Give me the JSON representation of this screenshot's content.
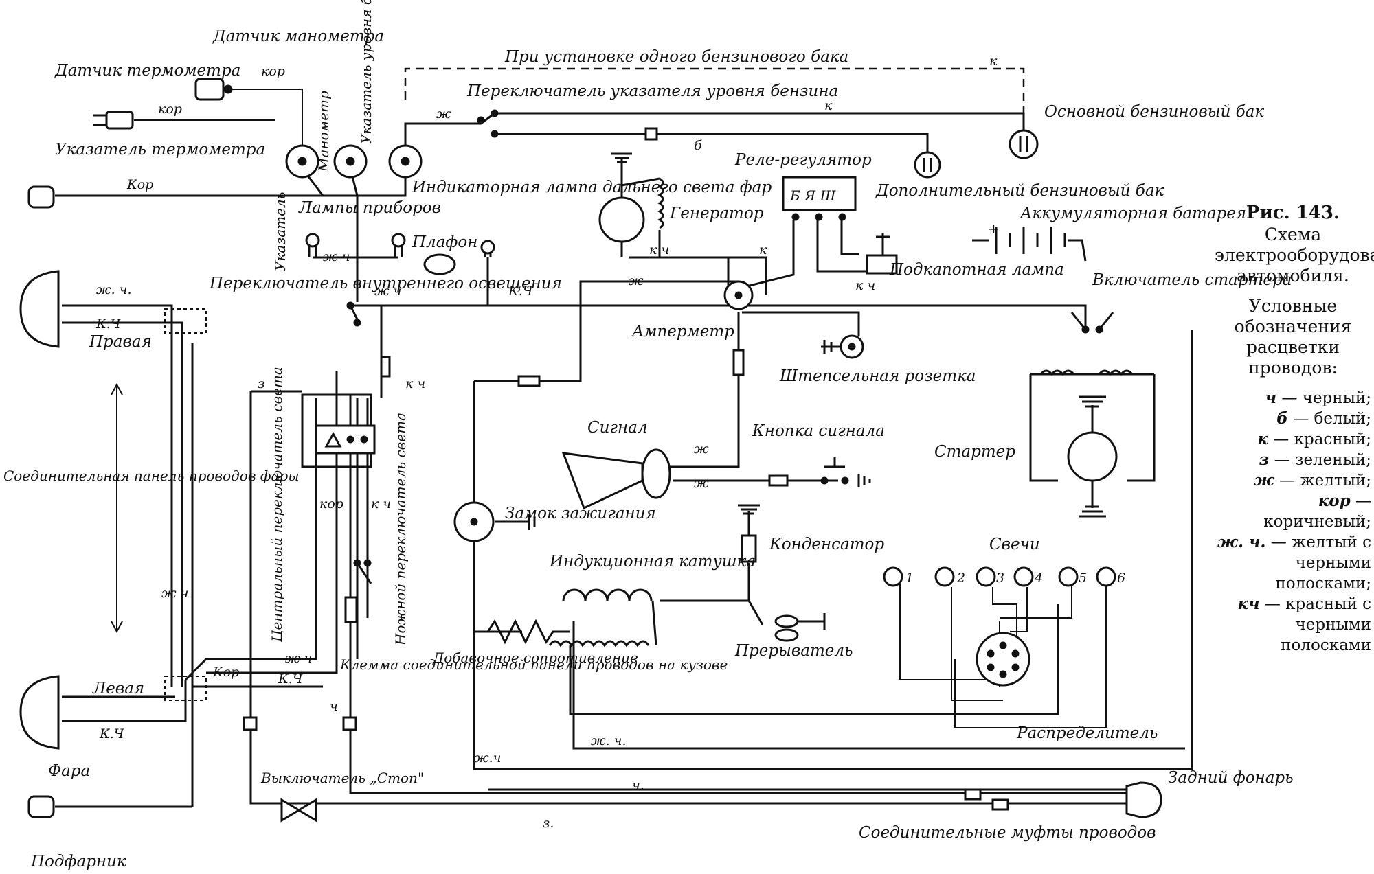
{
  "labels": {
    "datchik_termometra": "Датчик термометра",
    "datchik_manometra": "Датчик манометра",
    "kor_top": "кор",
    "ukazatel_urovnya": "Указатель уровня бензина",
    "manometr": "Манометр",
    "ukazatel_termometra": "Указатель термометра",
    "ukazatel_vert": "Указатель",
    "lampy_priborov": "Лампы приборов",
    "indikatornaya_lampa": "Индикаторная лампа дальнего света фар",
    "pri_ustanovke": "При установке одного бензинового бака",
    "pereklyuchatel_ukazatelya": "Переключатель указателя уровня бензина",
    "osnovnoy_bak": "Основной бензиновый бак",
    "dop_bak": "Дополнительный бензиновый бак",
    "rele_regulyator": "Реле-регулятор",
    "rele_terminals": "Б Я Ш",
    "generator": "Генератор",
    "akkumulyator": "Аккумуляторная батарея",
    "podkapotnaya": "Подкапотная лампа",
    "vklyuchatel_startera": "Включатель стартера",
    "ampermetr": "Амперметр",
    "shtepselnaya": "Штепсельная розетка",
    "plafon": "Плафон",
    "pereklyuchatel_vnutr": "Переключатель внутреннего освещения",
    "signal": "Сигнал",
    "knopka_signala": "Кнопка сигнала",
    "starter": "Стартер",
    "zamok_zazhiganiya": "Замок зажигания",
    "kondensator": "Конденсатор",
    "induktsionnaya": "Индукционная катушка",
    "svechi": "Свечи",
    "dobavochnoe": "Добавочное сопротивление",
    "preryvatel": "Прерыватель",
    "raspredelitel": "Распределитель",
    "tsentralny_perekl": "Центральный переключатель света",
    "nozhnoy_perekl": "Ножной переключатель света",
    "klemma": "Клемма соединительной панели проводов на кузове",
    "soedinit_panel": "Соединительная панель проводов фары",
    "pravaya": "Правая",
    "levaya": "Левая",
    "fara": "Фара",
    "podfarnik": "Подфарник",
    "vyklyuchatel_stop": "Выключатель „Стоп\"",
    "zadniy_fonar": "Задний фонарь",
    "soedinit_mufty": "Соединительные муфты проводов"
  },
  "spark_plugs": [
    "1",
    "2",
    "3",
    "4",
    "5",
    "6"
  ],
  "wire_codes": {
    "kor": "кор",
    "k": "к",
    "b": "б",
    "zh": "ж",
    "kch": "к ч",
    "kch2": "К.Ч",
    "zhch": "ж ч",
    "zhch2": "ж. ч.",
    "zhch3": "ж.ч",
    "ch": "ч",
    "ch2": "ч.",
    "z": "з",
    "z2": "з.",
    "Kor": "Кор"
  },
  "caption": {
    "figure": "Рис. 143.",
    "title": "Схема электрооборудования автомобиля.",
    "legend_title": "Условные обозначения расцветки проводов:",
    "legend": [
      {
        "key": "ч",
        "text": "— черный;"
      },
      {
        "key": "б",
        "text": "— белый;"
      },
      {
        "key": "к",
        "text": "— красный;"
      },
      {
        "key": "з",
        "text": "— зеленый;"
      },
      {
        "key": "ж",
        "text": "— желтый;"
      },
      {
        "key": "кор",
        "text": "— коричневый;"
      },
      {
        "key": "ж. ч.",
        "text": "— желтый с черными полосками;"
      },
      {
        "key": "кч",
        "text": "— красный с черными полосками"
      }
    ]
  }
}
